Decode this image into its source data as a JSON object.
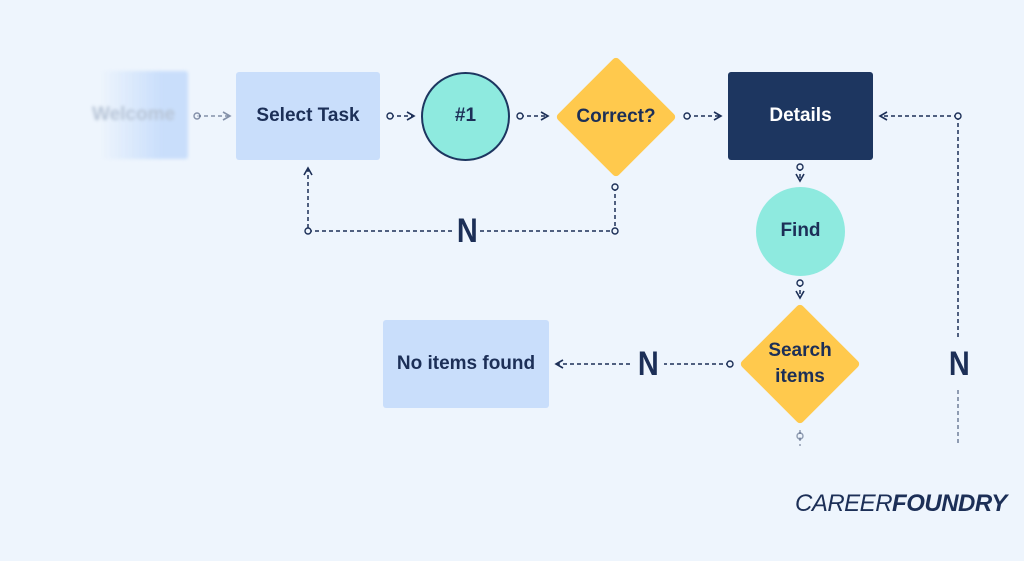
{
  "nodes": {
    "welcome": "Welcome",
    "select_task": "Select Task",
    "step1": "#1",
    "correct": "Correct?",
    "details": "Details",
    "find": "Find",
    "search_items_line1": "Search",
    "search_items_line2": "items",
    "no_items": "No items found"
  },
  "edge_labels": {
    "correct_no": "N",
    "search_no": "N",
    "right_no": "N"
  },
  "brand": {
    "part1": "CAREER",
    "part2": "FOUNDRY"
  },
  "colors": {
    "background": "#eef5fd",
    "light_box": "#c9defb",
    "dark_box": "#1d3660",
    "circle": "#8eeadf",
    "diamond": "#ffc94d",
    "text": "#1c2f57"
  }
}
